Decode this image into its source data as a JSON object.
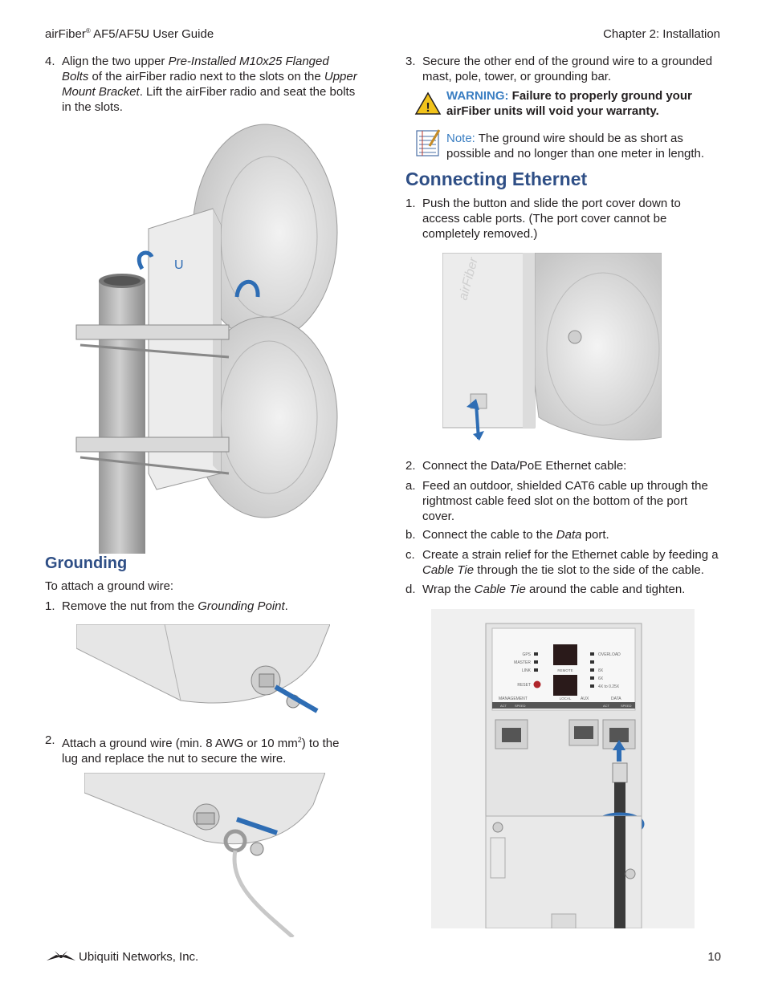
{
  "header": {
    "left_brand": "airFiber",
    "left_reg": "®",
    "left_rest": " AF5/AF5U User Guide",
    "right": "Chapter 2: Installation"
  },
  "left": {
    "step4_num": "4.",
    "step4": {
      "t1": "Align the two upper ",
      "i1": "Pre-Installed M10x25 Flanged Bolts",
      "t2": " of the airFiber radio next to the slots on the ",
      "i2": "Upper Mount Bracket",
      "t3": ". Lift the airFiber radio and seat the bolts in the slots."
    },
    "grounding_title": "Grounding",
    "grounding_intro": "To attach a ground wire:",
    "g1_num": "1.",
    "g1": {
      "t1": "Remove the nut from the ",
      "i1": "Grounding Point",
      "t2": "."
    },
    "g2_num": "2.",
    "g2": {
      "t1": "Attach a ground wire (min. 8 AWG or 10 mm",
      "sup": "2",
      "t2": ") to the lug and replace the nut to secure the wire."
    }
  },
  "right": {
    "s3_num": "3.",
    "s3": "Secure the other end of the ground wire to a grounded mast, pole, tower, or grounding bar.",
    "warning_label": "WARNING:",
    "warning_text": " Failure to properly ground your airFiber units will void your warranty.",
    "note_label": "Note:",
    "note_text": " The ground wire should be as short as possible and no longer than one meter in length.",
    "eth_title": "Connecting Ethernet",
    "e1_num": "1.",
    "e1": "Push the button and slide the port cover down to access cable ports. (The port cover cannot be completely removed.)",
    "e2_num": "2.",
    "e2": "Connect the Data/PoE Ethernet cable:",
    "ea_num": "a.",
    "ea": "Feed an outdoor, shielded CAT6 cable up through the rightmost cable feed slot on the bottom of the port cover.",
    "eb_num": "b.",
    "eb": {
      "t1": "Connect the cable to the ",
      "i1": "Data",
      "t2": " port."
    },
    "ec_num": "c.",
    "ec": {
      "t1": "Create a strain relief for the Ethernet cable by feeding a ",
      "i1": "Cable Tie",
      "t2": " through the tie slot to the side of the cable."
    },
    "ed_num": "d.",
    "ed": {
      "t1": "Wrap the ",
      "i1": "Cable Tie",
      "t2": " around the cable and tighten."
    }
  },
  "panel": {
    "gps": "GPS",
    "master": "MASTER",
    "link": "LINK",
    "reset": "RESET",
    "remote": "REMOTE",
    "local": "LOCAL",
    "overload": "OVERLOAD",
    "r8x": "8X",
    "r6x": "6X",
    "r4x": "4X to 0.25X",
    "management": "MANAGEMENT",
    "aux": "AUX",
    "data": "DATA",
    "act1": "ACT",
    "speed1": "SPEED",
    "act2": "ACT",
    "speed2": "SPEED"
  },
  "product_label": "airFiber",
  "footer": {
    "company": "Ubiquiti Networks, Inc.",
    "page": "10"
  },
  "colors": {
    "heading": "#2f4f86",
    "accent": "#3a7ec2",
    "warning": "#f2c31b"
  }
}
